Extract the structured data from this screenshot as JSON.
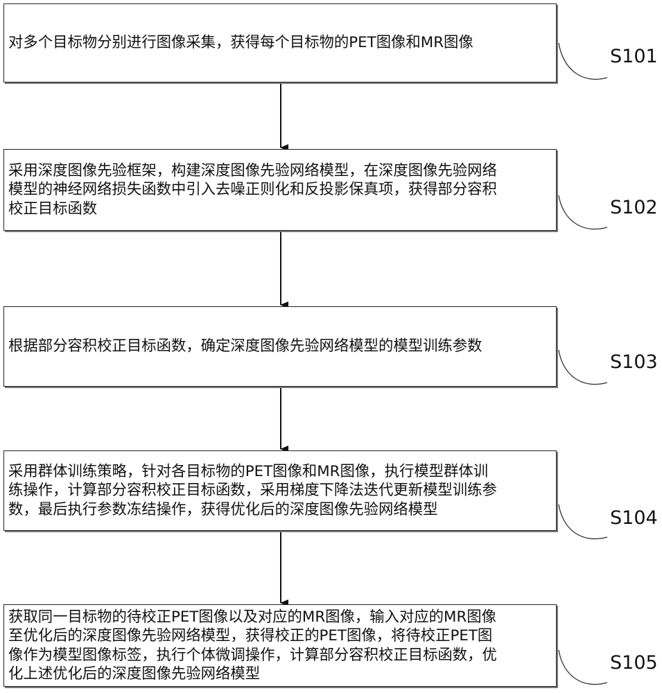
{
  "steps": [
    {
      "id": "S101",
      "lines": [
        "对多个目标物分别进行图像采集，获得每个目标物的PET图像和MR图像"
      ]
    },
    {
      "id": "S102",
      "lines": [
        "采用深度图像先验框架，构建深度图像先验网络模型，在深度图像先验网络",
        "模型的神经网络损失函数中引入去噪正则化和反投影保真项，获得部分容积",
        "校正目标函数"
      ]
    },
    {
      "id": "S103",
      "lines": [
        "根据部分容积校正目标函数，确定深度图像先验网络模型的模型训练参数"
      ]
    },
    {
      "id": "S104",
      "lines": [
        "采用群体训练策略，针对各目标物的PET图像和MR图像，执行模型群体训",
        "练操作，计算部分容积校正目标函数，采用梯度下降法迭代更新模型训练参",
        "数，最后执行参数冻结操作，获得优化后的深度图像先验网络模型"
      ]
    },
    {
      "id": "S105",
      "lines": [
        "获取同一目标物的待校正PET图像以及对应的MR图像，输入对应的MR图像",
        "至优化后的深度图像先验网络模型，获得校正的PET图像，将待校正PET图",
        "像作为模型图像标签，执行个体微调操作，计算部分容积校正目标函数，优",
        "化上述优化后的深度图像先验网络模型"
      ]
    }
  ]
}
